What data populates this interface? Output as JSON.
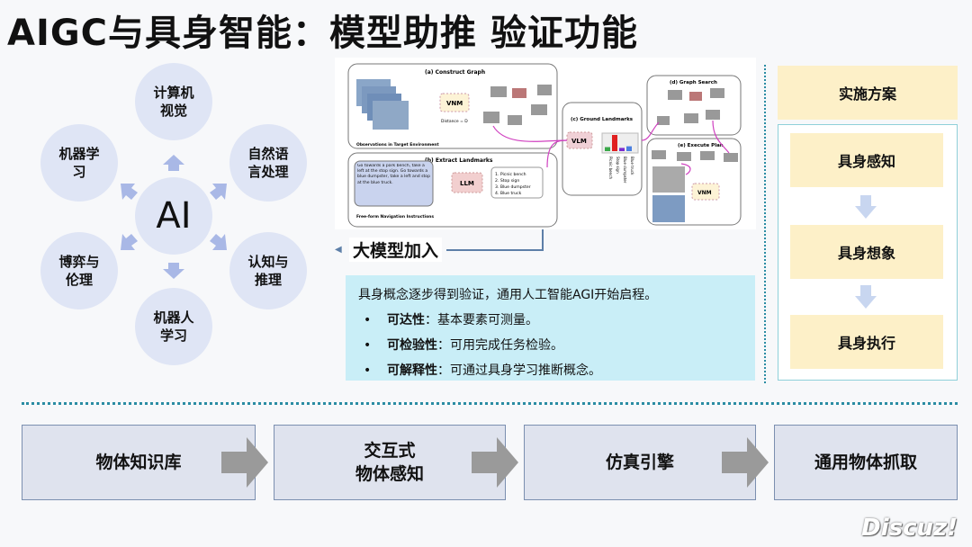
{
  "title": "AIGC与具身智能：模型助推 验证功能",
  "ai_diagram": {
    "center": "AI",
    "nodes": [
      {
        "line1": "计算机",
        "line2": "视觉"
      },
      {
        "line1": "自然语",
        "line2": "言处理"
      },
      {
        "line1": "认知与",
        "line2": "推理"
      },
      {
        "line1": "机器人",
        "line2": "学习"
      },
      {
        "line1": "博弈与",
        "line2": "伦理"
      },
      {
        "line1": "机器学",
        "line2": "习"
      }
    ],
    "color": "#dfe5f5",
    "arrow_color": "#a9b8e6"
  },
  "figure": {
    "a": "(a) Construct Graph",
    "vnm": "VNM",
    "distance": "Distance = D",
    "obs": "Observations in Target Environment",
    "b": "(b) Extract Landmarks",
    "instruction": "Go towards a park bench, take a left at the stop sign. Go towards a blue dumpster, take a left and stop at the blue truck.",
    "free_form": "Free-form Navigation Instructions",
    "llm": "LLM",
    "landmarks": [
      "1. Picnic bench",
      "2. Stop sign",
      "3. Blue dumpster",
      "4. Blue truck"
    ],
    "c": "(c) Ground Landmarks",
    "vlm": "VLM",
    "bars": [
      {
        "label": "Picnic bench",
        "value": 0.25,
        "color": "#3aa84a"
      },
      {
        "label": "Stop sign",
        "value": 1.0,
        "color": "#e02020"
      },
      {
        "label": "Blue dumpster",
        "value": 0.2,
        "color": "#7a2bd0"
      },
      {
        "label": "Blue truck",
        "value": 0.3,
        "color": "#4a7fe0"
      }
    ],
    "d": "(d) Graph Search",
    "e": "(e) Execute Plan"
  },
  "join_label": "大模型加入",
  "info": {
    "intro": "具身概念逐步得到验证，通用人工智能AGI开始启程。",
    "bullets": [
      {
        "bullet": "•",
        "term": "可达性",
        "desc": "：基本要素可测量。"
      },
      {
        "bullet": "•",
        "term": "可检验性",
        "desc": "：可用完成任务检验。"
      },
      {
        "bullet": "•",
        "term": "可解释性",
        "desc": "：可通过具身学习推断概念。"
      }
    ]
  },
  "plan": {
    "header": "实施方案",
    "steps": [
      "具身感知",
      "具身想象",
      "具身执行"
    ]
  },
  "pipeline": [
    {
      "line1": "物体知识库",
      "line2": ""
    },
    {
      "line1": "交互式",
      "line2": "物体感知"
    },
    {
      "line1": "仿真引擎",
      "line2": ""
    },
    {
      "line1": "通用物体抓取",
      "line2": ""
    }
  ],
  "watermark": "Discuz!"
}
